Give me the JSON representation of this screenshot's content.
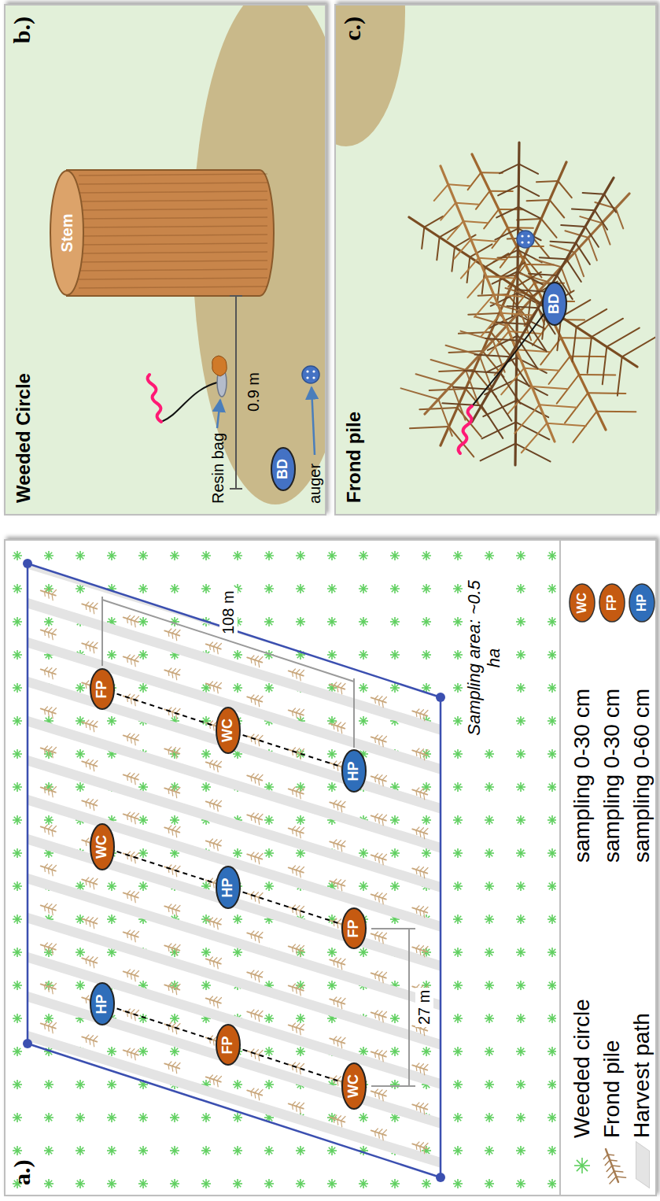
{
  "diagram": {
    "nodes": [
      {
        "text": [
          "a.)"
        ]
      },
      {
        "text": [
          "HP"
        ],
        "in": 0
      },
      {
        "text": [
          "WC"
        ],
        "in": 0
      },
      {
        "text": [
          "FP"
        ],
        "in": 0
      },
      {
        "text": [
          "FP"
        ],
        "in": 0
      },
      {
        "text": [
          "HP"
        ],
        "in": 0
      },
      {
        "text": [
          "WC"
        ],
        "in": 0
      },
      {
        "text": [
          "WC"
        ],
        "in": 0
      },
      {
        "text": [
          "FP"
        ],
        "in": 0
      },
      {
        "text": [
          "HP"
        ],
        "in": 0
      },
      {
        "text": [
          "Weeded Circle",
          "b.)"
        ]
      },
      {
        "text": [
          "Stem"
        ],
        "in": 10
      },
      {
        "text": [
          "BD"
        ],
        "in": 10
      },
      {
        "text": [
          "Frond pile",
          "c.)"
        ]
      },
      {
        "text": [
          "BD"
        ],
        "in": 13
      }
    ],
    "edges": [
      {
        "from": 1,
        "to": 4,
        "arrow": "none"
      },
      {
        "from": 4,
        "to": 7,
        "arrow": "none"
      },
      {
        "from": 2,
        "to": 5,
        "arrow": "none"
      },
      {
        "from": 5,
        "to": 8,
        "arrow": "none"
      },
      {
        "from": 3,
        "to": 6,
        "arrow": "none"
      },
      {
        "from": 6,
        "to": 9,
        "arrow": "none"
      }
    ],
    "labels": [
      "108 m",
      "27 m",
      "Sampling area: ~0.5 ha",
      "WC",
      "FP",
      "HP",
      "Resin bag",
      "0.9 m",
      "auger"
    ],
    "legend": [
      {
        "text": "Weeded circle"
      },
      {
        "text": "Frond pile"
      },
      {
        "text": "Harvest path",
        "color": "#e4e4e4"
      },
      {
        "text": "sampling 0-30 cm"
      },
      {
        "text": "sampling 0-30 cm"
      },
      {
        "text": "sampling 0-60 cm"
      }
    ]
  }
}
